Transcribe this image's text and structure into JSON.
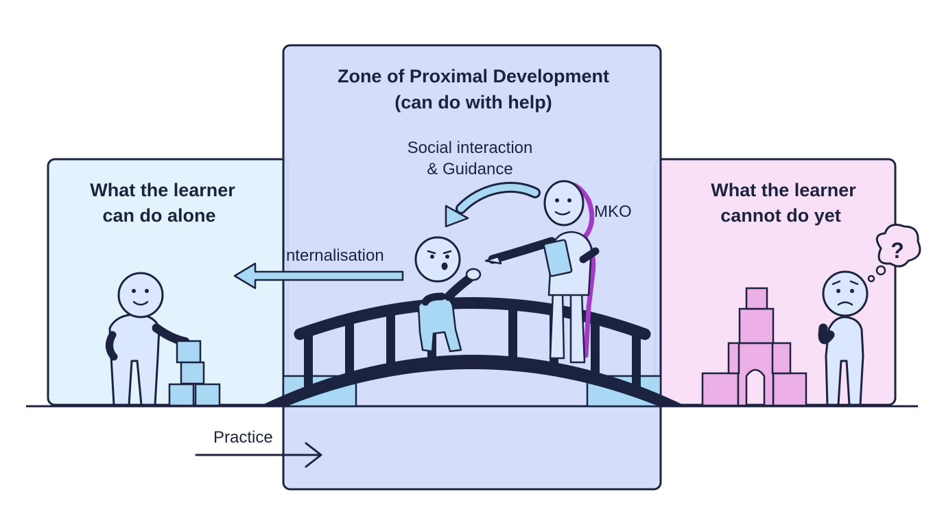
{
  "colors": {
    "ink": "#1c2340",
    "panel_left": "#e3f3fd",
    "panel_center": "#d2dcfa",
    "panel_right": "#fae0f7",
    "block_blue": "#a9d8f5",
    "block_pink": "#ecafe6",
    "figure_fill": "#dbe7fc",
    "mko_outline": "#a33ac8",
    "arrow_fill": "#a9d8f5"
  },
  "zones": {
    "alone": {
      "title_lines": [
        "What the learner",
        "can do alone"
      ]
    },
    "zpd": {
      "title_lines": [
        "Zone of Proximal Development",
        "(can do with help)"
      ]
    },
    "not_yet": {
      "title_lines": [
        "What the learner",
        "cannot do yet"
      ]
    }
  },
  "labels": {
    "social_lines": [
      "Social interaction",
      "& Guidance"
    ],
    "mko": "MKO",
    "internalisation": "Internalisation",
    "practice": "Practice",
    "question_mark": "?"
  },
  "icons": {
    "social_arrow": "curved-arrow-icon",
    "internalisation_arrow": "left-arrow-icon",
    "practice_arrow": "right-arrow-icon",
    "thought": "thought-bubble-icon"
  }
}
